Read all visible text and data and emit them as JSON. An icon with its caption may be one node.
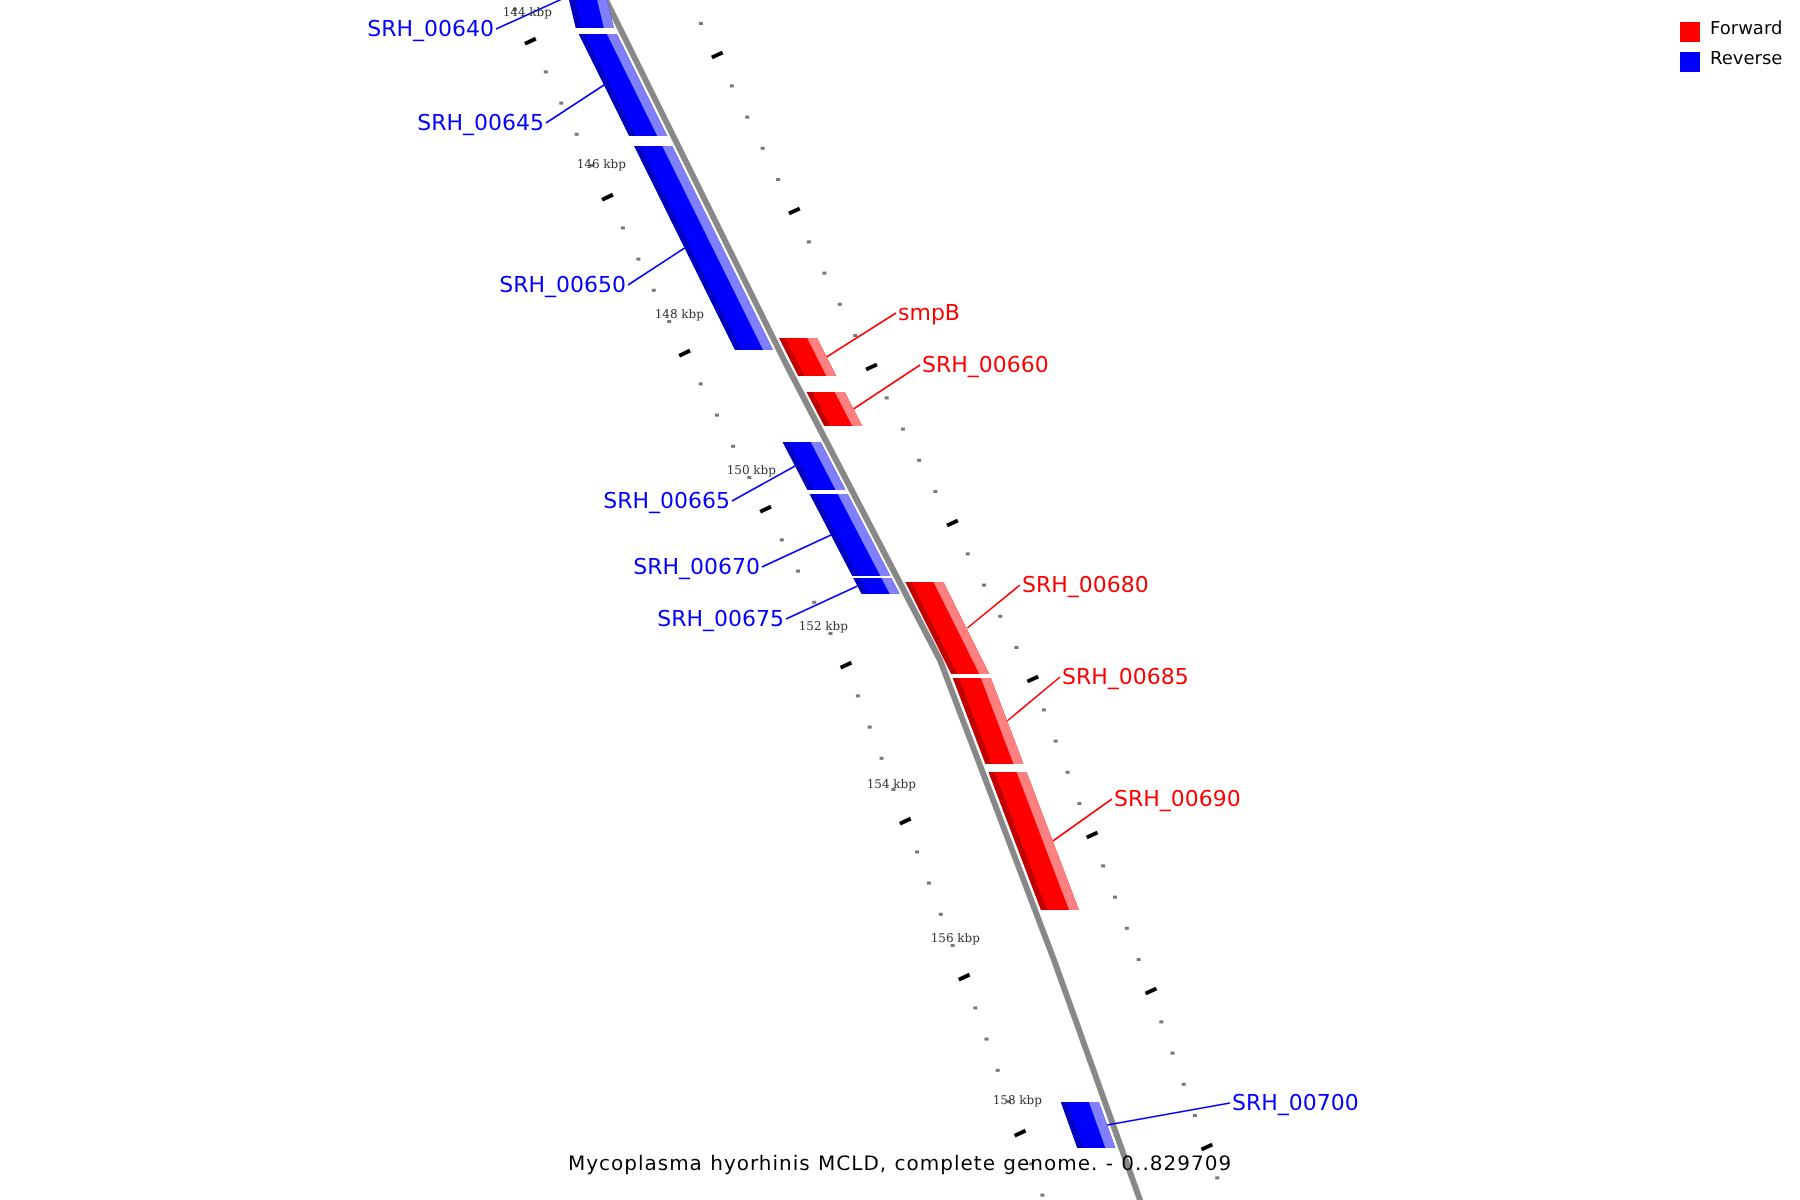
{
  "diagram": {
    "caption": "Mycoplasma hyorhinis MCLD, complete genome. - 0..829709",
    "nodes": [
      {
        "text": [
          "SRH_00640"
        ]
      },
      {
        "text": [
          "SRH_00645"
        ]
      },
      {
        "text": [
          "SRH_00650"
        ]
      },
      {
        "text": [
          "smpB"
        ]
      },
      {
        "text": [
          "SRH_00660"
        ]
      },
      {
        "text": [
          "SRH_00665"
        ]
      },
      {
        "text": [
          "SRH_00670"
        ]
      },
      {
        "text": [
          "SRH_00675"
        ]
      },
      {
        "text": [
          "SRH_00680"
        ]
      },
      {
        "text": [
          "SRH_00685"
        ]
      },
      {
        "text": [
          "SRH_00690"
        ]
      },
      {
        "text": [
          "SRH_00700"
        ]
      },
      {
        "text": [],
        "shape": "bar"
      },
      {
        "text": [],
        "shape": "bar"
      },
      {
        "text": [],
        "shape": "bar"
      },
      {
        "text": [],
        "shape": "bar"
      },
      {
        "text": [],
        "shape": "bar"
      },
      {
        "text": [],
        "shape": "bar"
      },
      {
        "text": [],
        "shape": "bar"
      },
      {
        "text": [],
        "shape": "bar"
      },
      {
        "text": [],
        "shape": "bar"
      },
      {
        "text": [],
        "shape": "bar"
      },
      {
        "text": [],
        "shape": "bar"
      },
      {
        "text": [],
        "shape": "bar"
      }
    ],
    "edges": [
      {
        "from": 0,
        "to": 12,
        "arrow": "none",
        "color": "#0000ff"
      },
      {
        "from": 1,
        "to": 13,
        "arrow": "none",
        "color": "#0000ff"
      },
      {
        "from": 2,
        "to": 14,
        "arrow": "none",
        "color": "#0000ff"
      },
      {
        "from": 3,
        "to": 15,
        "arrow": "none",
        "color": "#ff0000"
      },
      {
        "from": 4,
        "to": 16,
        "arrow": "none",
        "color": "#ff0000"
      },
      {
        "from": 5,
        "to": 17,
        "arrow": "none",
        "color": "#0000ff"
      },
      {
        "from": 6,
        "to": 18,
        "arrow": "none",
        "color": "#0000ff"
      },
      {
        "from": 7,
        "to": 19,
        "arrow": "none",
        "color": "#0000ff"
      },
      {
        "from": 8,
        "to": 20,
        "arrow": "none",
        "color": "#ff0000"
      },
      {
        "from": 9,
        "to": 21,
        "arrow": "none",
        "color": "#ff0000"
      },
      {
        "from": 10,
        "to": 22,
        "arrow": "none",
        "color": "#ff0000"
      },
      {
        "from": 11,
        "to": 23,
        "arrow": "none",
        "color": "#0000ff"
      }
    ],
    "labels": [
      "144 kbp",
      "146 kbp",
      "148 kbp",
      "150 kbp",
      "152 kbp",
      "154 kbp",
      "156 kbp",
      "158 kbp"
    ],
    "legend": [
      {
        "text": "Forward",
        "color": "#ff0000"
      },
      {
        "text": "Reverse",
        "color": "#0000ff"
      }
    ]
  }
}
